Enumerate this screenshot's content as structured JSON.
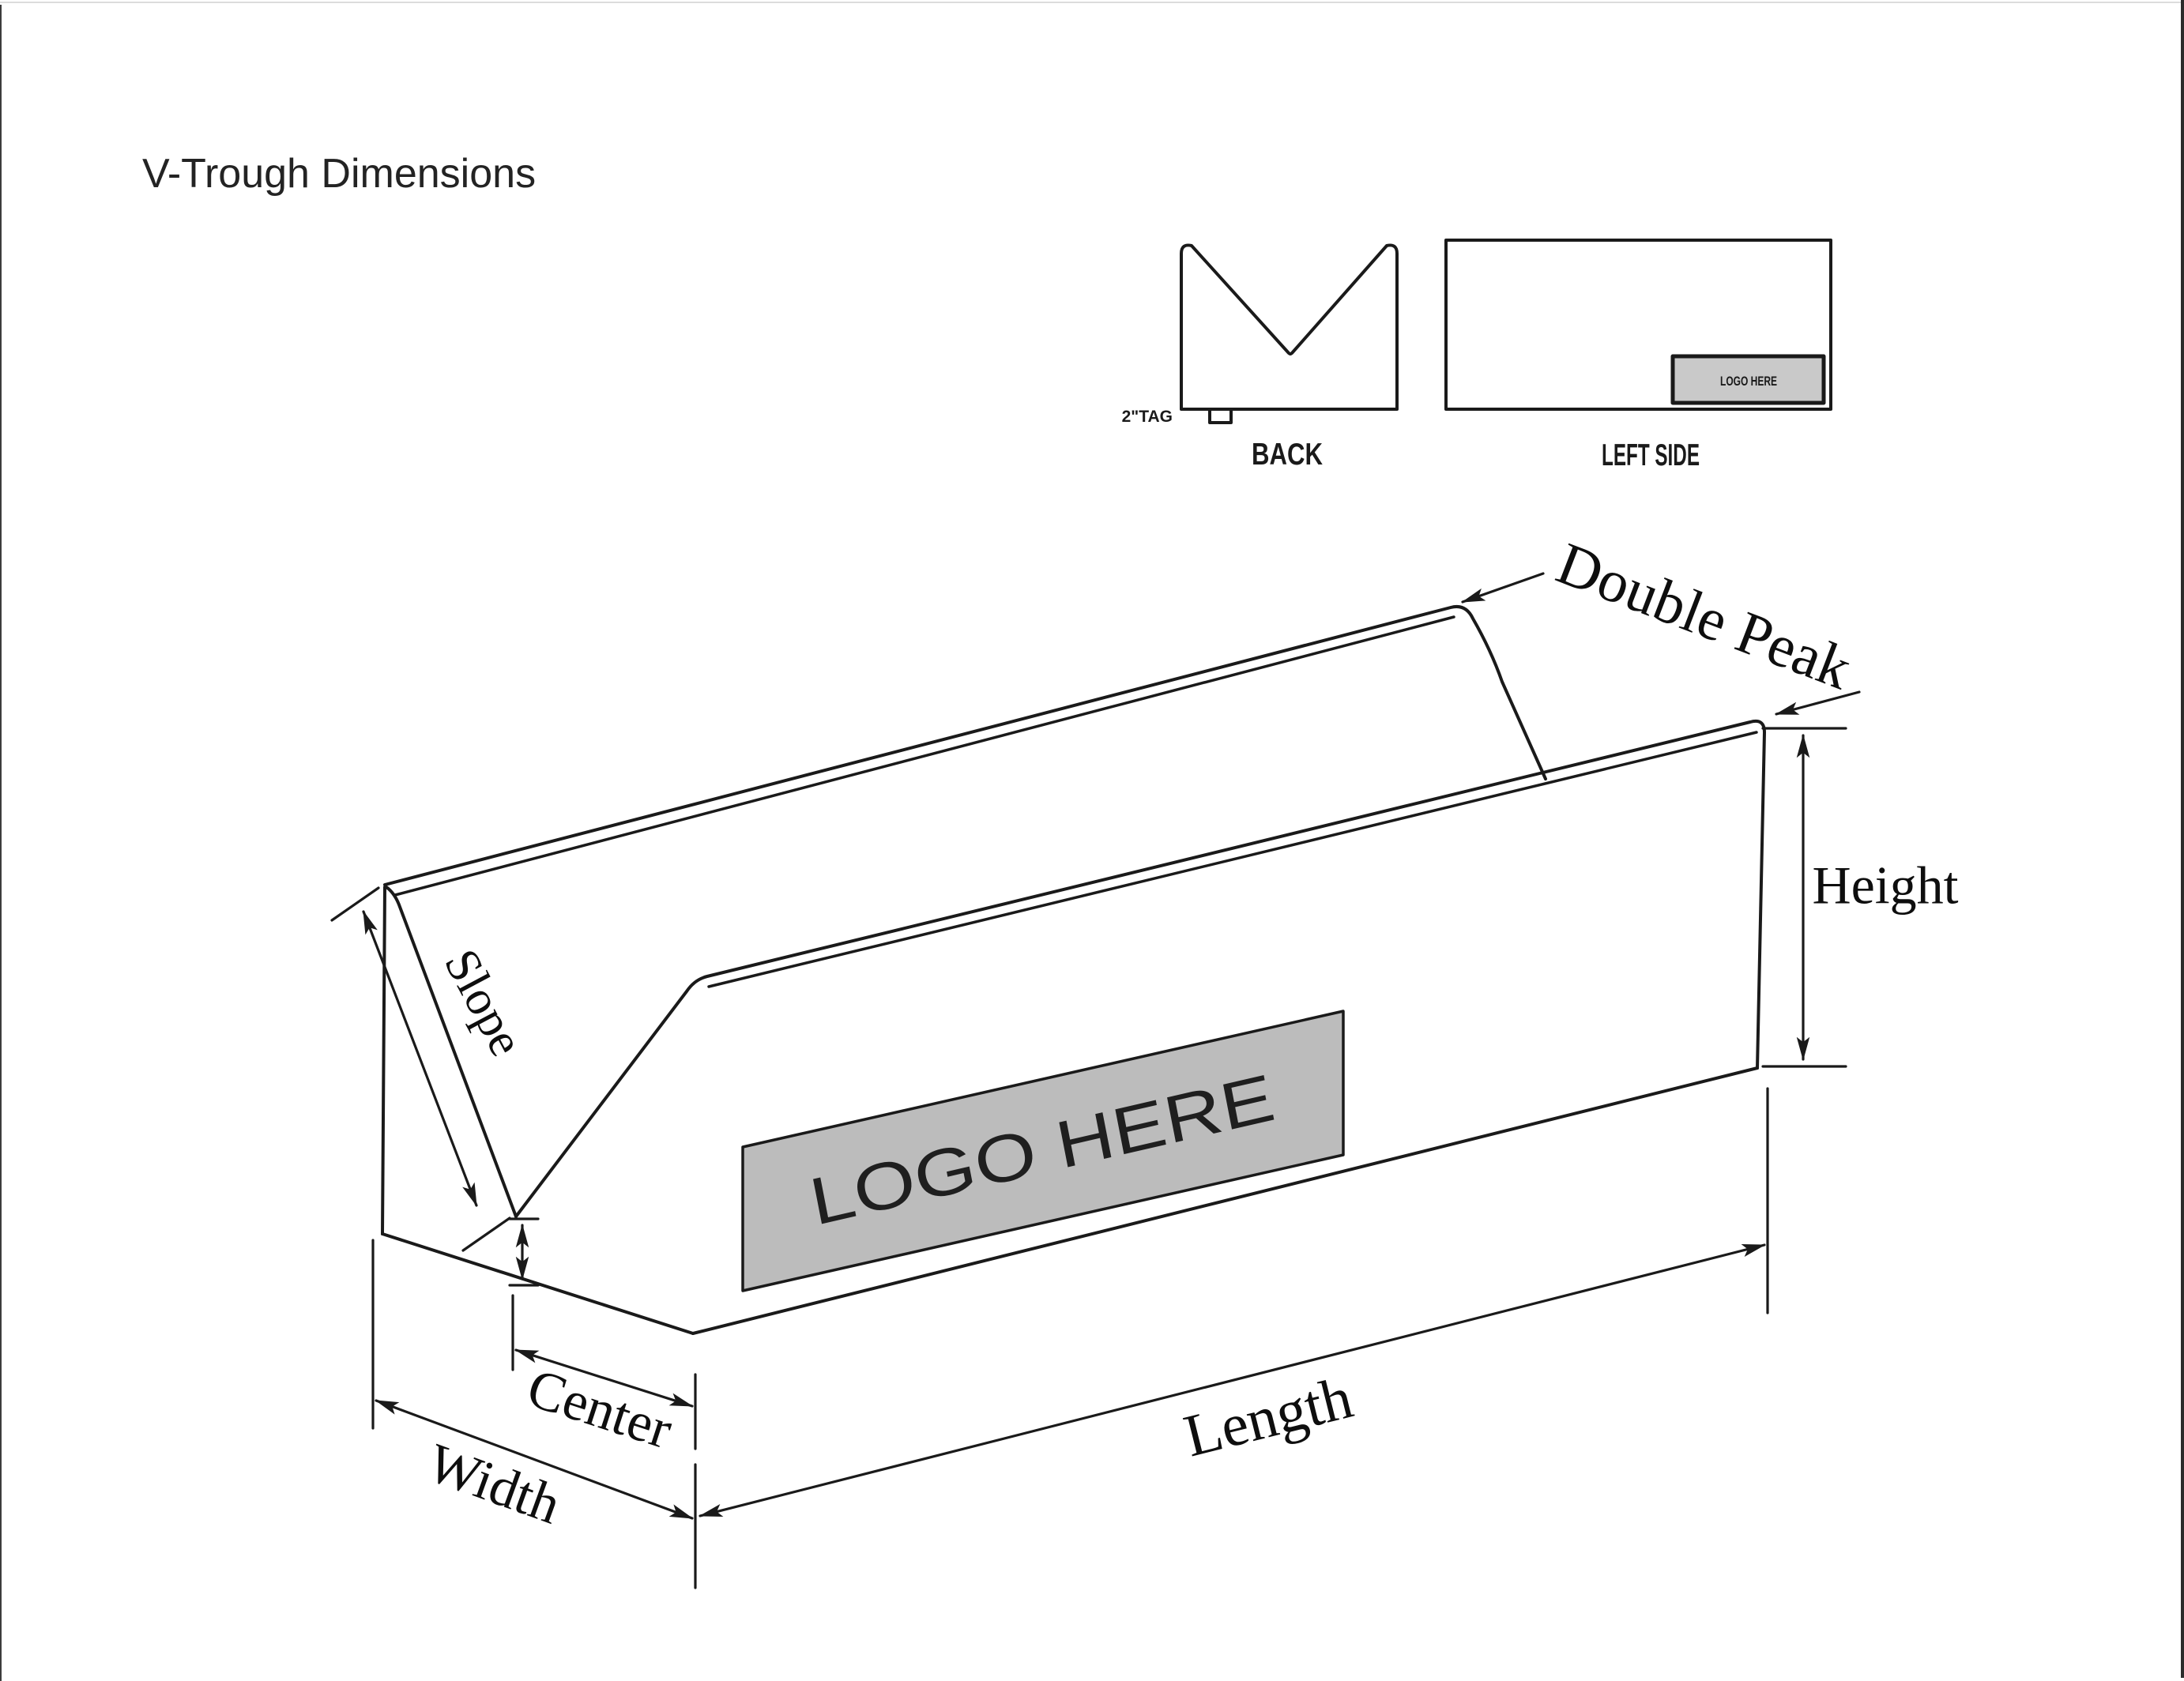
{
  "title": "V-Trough Dimensions",
  "colors": {
    "line": "#1a1a1a",
    "panel_gray": "#bcbcbc",
    "side_logo_gray": "#c9c9c9",
    "text_dark": "#232323",
    "edge_top": "#dcdcdc",
    "edge_left": "#3c3c3c",
    "edge_right": "#2b2b2b"
  },
  "views": {
    "back": {
      "label": "BACK",
      "tag_label": "2\"TAG"
    },
    "left_side": {
      "label": "LEFT SIDE",
      "logo_label": "LOGO HERE"
    }
  },
  "trough": {
    "logo_label": "LOGO HERE"
  },
  "dimensions": {
    "double_peak": "Double Peak",
    "height": "Height",
    "slope": "Slope",
    "center": "Center",
    "width": "Width",
    "length": "Length"
  }
}
